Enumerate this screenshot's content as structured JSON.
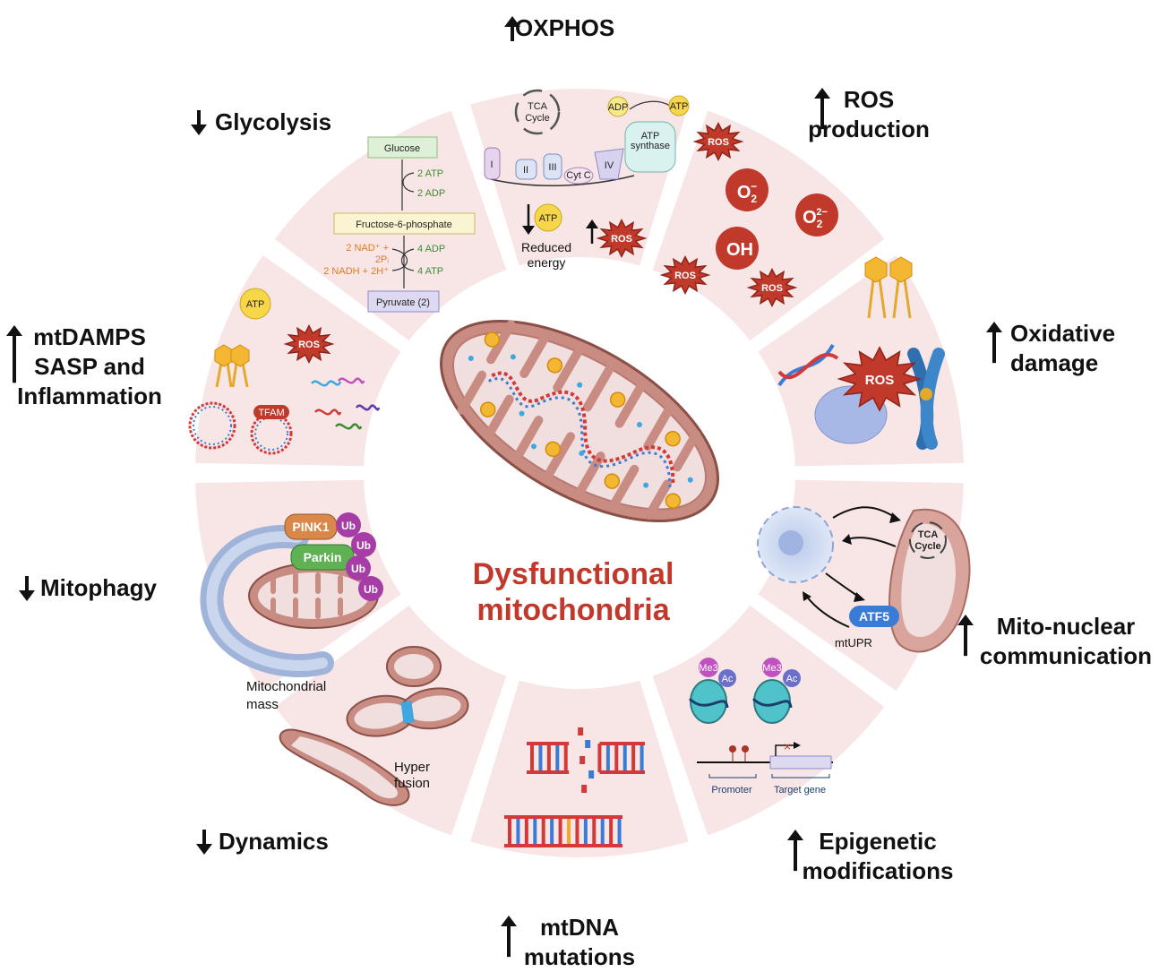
{
  "center": {
    "title_line1": "Dysfunctional",
    "title_line2": "mitochondria"
  },
  "hallmarks": [
    {
      "id": "oxphos",
      "direction": "up",
      "lines": [
        "OXPHOS"
      ]
    },
    {
      "id": "ros",
      "direction": "up",
      "lines": [
        "ROS",
        "production"
      ]
    },
    {
      "id": "oxidative",
      "direction": "up",
      "lines": [
        "Oxidative",
        "damage"
      ]
    },
    {
      "id": "mitonuclear",
      "direction": "up",
      "lines": [
        "Mito-nuclear",
        "communication"
      ]
    },
    {
      "id": "epigenetic",
      "direction": "up",
      "lines": [
        "Epigenetic",
        "modifications"
      ]
    },
    {
      "id": "mtdna",
      "direction": "up",
      "lines": [
        "mtDNA",
        "mutations"
      ]
    },
    {
      "id": "dynamics",
      "direction": "down",
      "lines": [
        "Dynamics"
      ]
    },
    {
      "id": "mitophagy",
      "direction": "down",
      "lines": [
        "Mitophagy"
      ]
    },
    {
      "id": "mtdamps",
      "direction": "up",
      "lines": [
        "mtDAMPS",
        "SASP and",
        "Inflammation"
      ]
    },
    {
      "id": "glycolysis",
      "direction": "down",
      "lines": [
        "Glycolysis"
      ]
    }
  ],
  "glycolysis_panel": {
    "glucose": "Glucose",
    "atp_in": "2 ATP",
    "adp_out": "2 ADP",
    "f6p": "Fructose-6-phosphate",
    "nad": "2 NAD⁺ +",
    "pi": "2Pᵢ",
    "nadh": "2 NADH + 2H⁺",
    "adp_in": "4 ADP",
    "atp_out": "4 ATP",
    "pyruvate": "Pyruvate (2)"
  },
  "oxphos_panel": {
    "tca": [
      "TCA",
      "Cycle"
    ],
    "complexes": [
      "I",
      "II",
      "III",
      "Cyt C",
      "IV"
    ],
    "synthase": [
      "ATP",
      "synthase"
    ],
    "adp": "ADP",
    "atp": "ATP",
    "atp_low": "ATP",
    "reduced": [
      "Reduced",
      "energy"
    ],
    "ros": "ROS"
  },
  "ros_panel": {
    "ros": "ROS",
    "o2": "O",
    "o2_sub": "2",
    "o2_sup": "−",
    "o22_sup": "2−",
    "oh": "OH"
  },
  "oxidative_panel": {
    "ros": "ROS"
  },
  "mitonuclear_panel": {
    "tca": [
      "TCA",
      "Cycle"
    ],
    "atf5": "ATF5",
    "mtupr": "mtUPR"
  },
  "epigenetic_panel": {
    "me3": "Me3",
    "ac": "Ac",
    "promoter": "Promoter",
    "target": "Target gene"
  },
  "dynamics_panel": {
    "hyper": [
      "Hyper",
      "fusion"
    ]
  },
  "mitophagy_panel": {
    "pink1": "PINK1",
    "parkin": "Parkin",
    "ub": "Ub",
    "mass": [
      "Mitochondrial",
      "mass"
    ]
  },
  "mtdamps_panel": {
    "atp": "ATP",
    "ros": "ROS",
    "tfam": "TFAM"
  },
  "colors": {
    "segment": "#f8e6e7",
    "ros_red": "#c0392b",
    "title_red": "#c0392b",
    "mito_outer": "#c98c83",
    "mito_inner": "#f1dede",
    "atp_yellow": "#f7d64a"
  }
}
